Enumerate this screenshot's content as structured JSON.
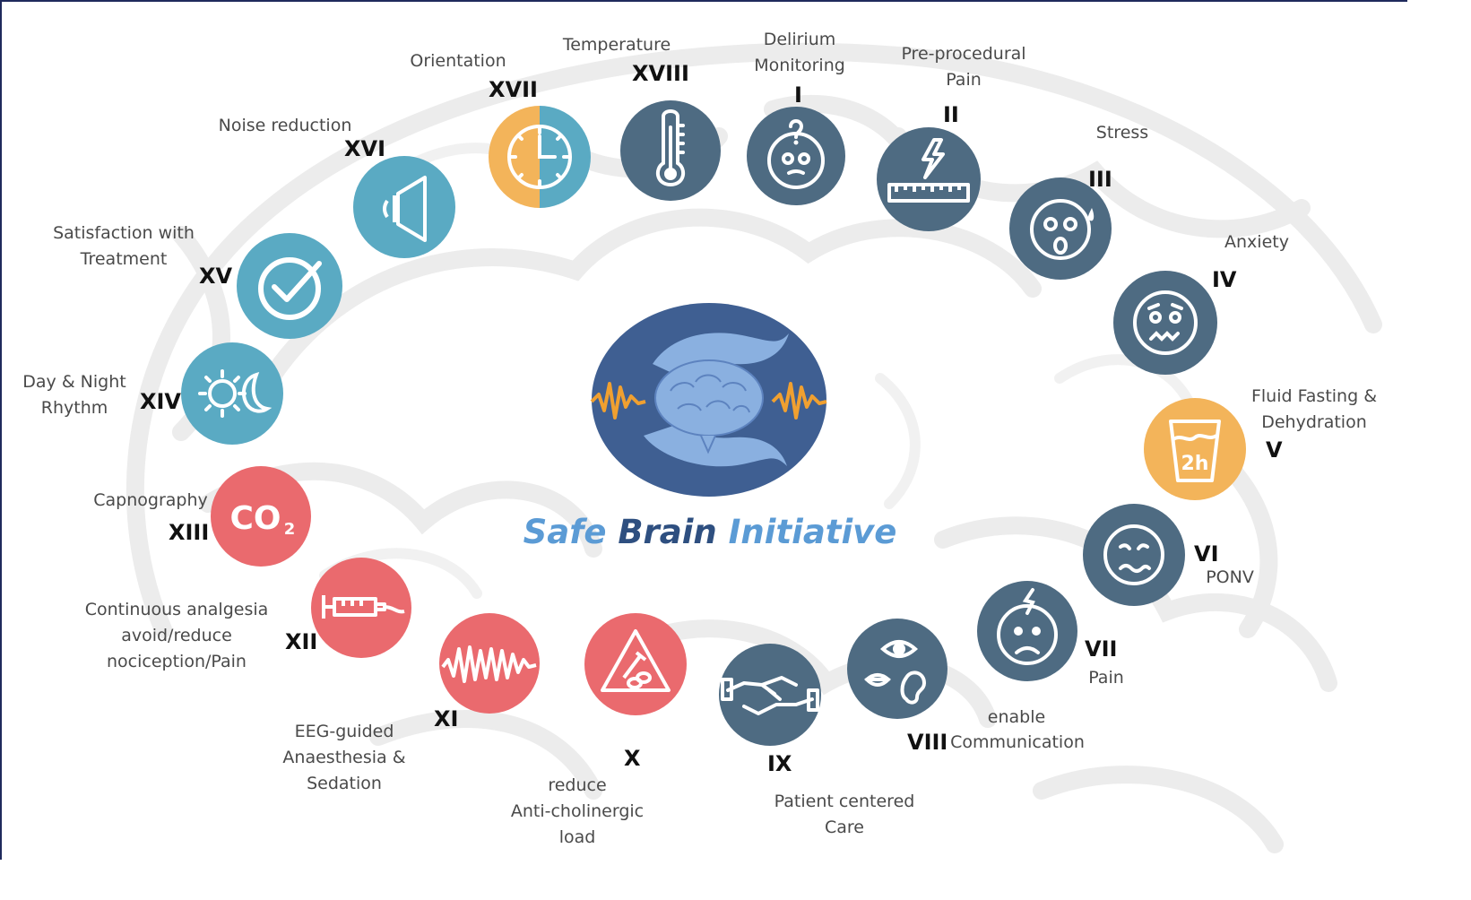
{
  "center": {
    "title_word1": "Safe",
    "title_word2": "Brain",
    "title_word3": "Initiative"
  },
  "colors": {
    "dark_slate": "#4e6b82",
    "teal": "#5aaac3",
    "coral": "#ea6a6e",
    "amber": "#f3b45a",
    "navy": "#1f2a5c"
  },
  "items": [
    {
      "numeral": "I",
      "label": "Delirium\nMonitoring",
      "icon": "worried-face-question-icon",
      "color": "dark_slate"
    },
    {
      "numeral": "II",
      "label": "Pre-procedural\nPain",
      "icon": "pain-ruler-lightning-icon",
      "color": "dark_slate"
    },
    {
      "numeral": "III",
      "label": "Stress",
      "icon": "stressed-face-sweat-icon",
      "color": "dark_slate"
    },
    {
      "numeral": "IV",
      "label": "Anxiety",
      "icon": "anxious-face-icon",
      "color": "dark_slate"
    },
    {
      "numeral": "V",
      "label": "Fluid Fasting &\nDehydration",
      "icon": "water-glass-2h-icon",
      "color": "amber"
    },
    {
      "numeral": "VI",
      "label": "PONV",
      "icon": "nauseous-face-icon",
      "color": "dark_slate"
    },
    {
      "numeral": "VII",
      "label": "Pain",
      "icon": "sad-face-headache-icon",
      "color": "dark_slate"
    },
    {
      "numeral": "VIII",
      "label": "enable",
      "label2": "Communication",
      "icon": "eye-mouth-ear-icon",
      "color": "dark_slate"
    },
    {
      "numeral": "IX",
      "label": "Patient centered\nCare",
      "icon": "handshake-icon",
      "color": "dark_slate"
    },
    {
      "numeral": "X",
      "label": "reduce\nAnti-cholinergic\nload",
      "icon": "warning-syringe-pills-icon",
      "color": "coral"
    },
    {
      "numeral": "XI",
      "label": "EEG-guided\nAnaesthesia &\nSedation",
      "icon": "eeg-wave-icon",
      "color": "coral"
    },
    {
      "numeral": "XII",
      "label": "Continuous analgesia\navoid/reduce\nnociception/Pain",
      "icon": "syringe-icon",
      "color": "coral"
    },
    {
      "numeral": "XIII",
      "label": "Capnography",
      "icon": "co2-icon",
      "color": "coral"
    },
    {
      "numeral": "XIV",
      "label": "Day & Night\nRhythm",
      "icon": "sun-moon-icon",
      "color": "teal"
    },
    {
      "numeral": "XV",
      "label": "Satisfaction with\nTreatment",
      "icon": "checkmark-circle-icon",
      "color": "teal"
    },
    {
      "numeral": "XVI",
      "label": "Noise reduction",
      "icon": "speaker-icon",
      "color": "teal"
    },
    {
      "numeral": "XVII",
      "label": "Orientation",
      "icon": "clock-icon",
      "color": "amber_teal"
    },
    {
      "numeral": "XVIII",
      "label": "Temperature",
      "icon": "thermometer-icon",
      "color": "dark_slate"
    }
  ]
}
